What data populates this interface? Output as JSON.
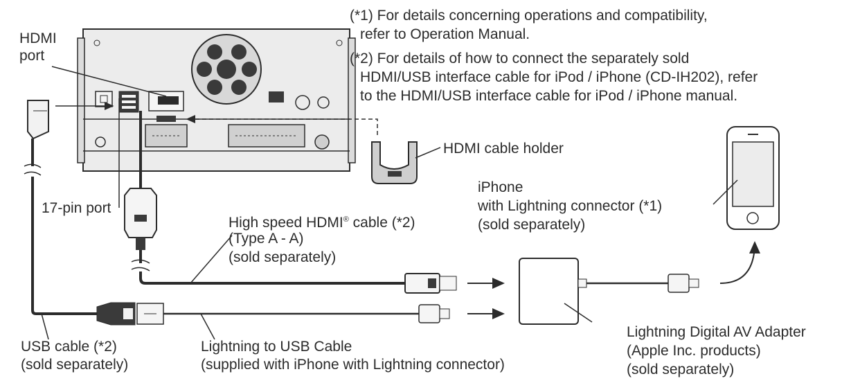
{
  "notes": {
    "note1_line1": "(*1) For details concerning operations and compatibility,",
    "note1_line2": "refer to Operation Manual.",
    "note2_line1": "(*2) For details of how to connect the separately sold",
    "note2_line2": "HDMI/USB interface cable for iPod / iPhone (CD-IH202), refer",
    "note2_line3": "to the HDMI/USB interface cable for iPod / iPhone manual."
  },
  "labels": {
    "hdmi_port_line1": "HDMI",
    "hdmi_port_line2": "port",
    "pin17_port": "17-pin port",
    "hdmi_cable_holder": "HDMI cable holder",
    "iphone_line1": "iPhone",
    "iphone_line2": "with Lightning connector (*1)",
    "iphone_line3": "(sold separately)",
    "hdmi_cable_line1_pre": "High speed HDMI",
    "hdmi_cable_reg": "®",
    "hdmi_cable_line1_post": " cable (*2)",
    "hdmi_cable_line2": "(Type A - A)",
    "hdmi_cable_line3": "(sold separately)",
    "usb_cable_line1": "USB cable (*2)",
    "usb_cable_line2": "(sold separately)",
    "lightning_usb_line1": "Lightning to USB Cable",
    "lightning_usb_line2": "(supplied with iPhone with Lightning connector)",
    "adapter_line1": "Lightning Digital AV Adapter",
    "adapter_line2": "(Apple Inc. products)",
    "adapter_line3": "(sold separately)"
  },
  "colors": {
    "line": "#2b2b2b",
    "unit_fill": "#e9e9e9",
    "dark": "#3a3a3a"
  }
}
